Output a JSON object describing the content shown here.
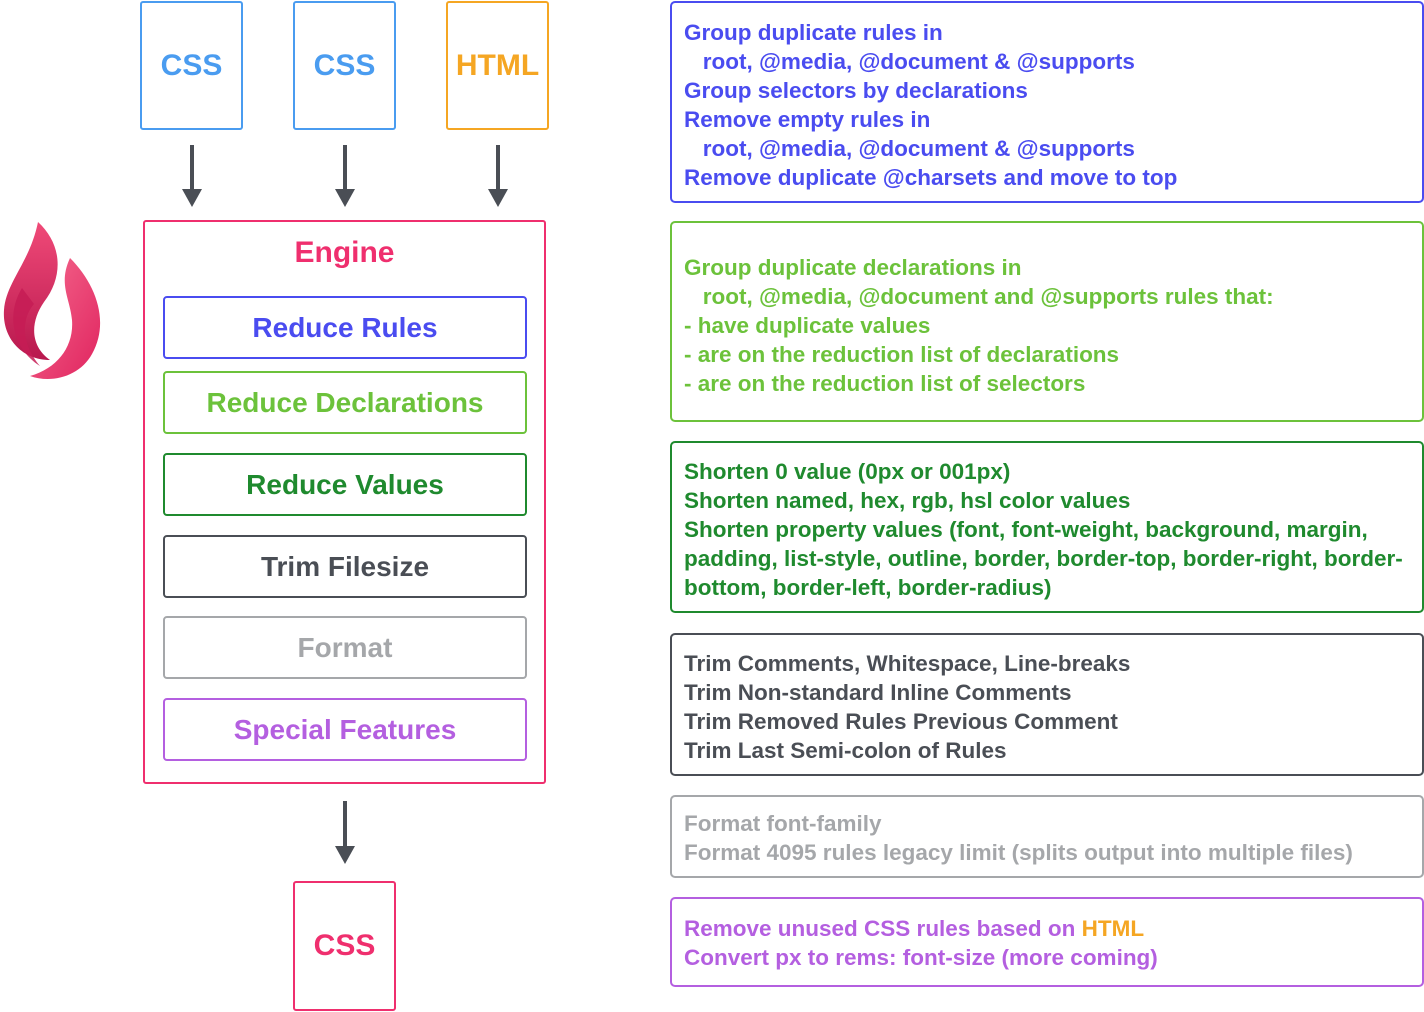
{
  "inputs": [
    {
      "label": "CSS",
      "color": "#4a9cf0"
    },
    {
      "label": "CSS",
      "color": "#4a9cf0"
    },
    {
      "label": "HTML",
      "color": "#f5a623"
    }
  ],
  "engine": {
    "title": "Engine",
    "color": "#ef2f6e",
    "steps": [
      {
        "label": "Reduce Rules",
        "color": "#4a4cf0"
      },
      {
        "label": "Reduce Declarations",
        "color": "#6cc23b"
      },
      {
        "label": "Reduce Values",
        "color": "#1f8a2e"
      },
      {
        "label": "Trim Filesize",
        "color": "#4a4e55"
      },
      {
        "label": "Format",
        "color": "#a5a7aa"
      },
      {
        "label": "Special Features",
        "color": "#b45fe0"
      }
    ]
  },
  "output": {
    "label": "CSS",
    "color": "#ef2f6e"
  },
  "logo_icon": "flame-icon",
  "arrow_color": "#4a4e55",
  "descriptions": {
    "reduce_rules": {
      "color": "#4a4cf0",
      "lines": [
        "Group duplicate rules in",
        "   root, @media, @document & @supports",
        "Group selectors by declarations",
        "Remove empty rules in",
        "   root, @media, @document & @supports",
        "Remove duplicate @charsets and move to top"
      ]
    },
    "reduce_declarations": {
      "color": "#6cc23b",
      "lines": [
        "Group duplicate declarations in",
        "   root, @media, @document and @supports rules that:",
        "- have duplicate values",
        "- are on the reduction list of declarations",
        "- are on the reduction list of selectors"
      ]
    },
    "reduce_values": {
      "color": "#1f8a2e",
      "lines": [
        "Shorten 0 value (0px or 001px)",
        "Shorten named, hex, rgb, hsl color values"
      ],
      "paragraph": "Shorten property values (font, font-weight, background, margin, padding, list-style, outline, border, border-top, border-right, border-bottom, border-left, border-radius)"
    },
    "trim_filesize": {
      "color": "#4a4e55",
      "lines": [
        "Trim Comments, Whitespace, Line-breaks",
        "Trim Non-standard Inline Comments",
        "Trim Removed Rules Previous Comment",
        "Trim Last Semi-colon of Rules"
      ]
    },
    "format": {
      "color": "#a5a7aa",
      "lines": [
        "Format font-family",
        "Format 4095 rules legacy limit (splits output into multiple files)"
      ]
    },
    "special_features": {
      "color": "#b45fe0",
      "highlight_color": "#f5a623",
      "line1_prefix": "Remove unused CSS rules based on ",
      "line1_highlight": "HTML",
      "line2": "Convert px to rems: font-size (more coming)"
    }
  }
}
